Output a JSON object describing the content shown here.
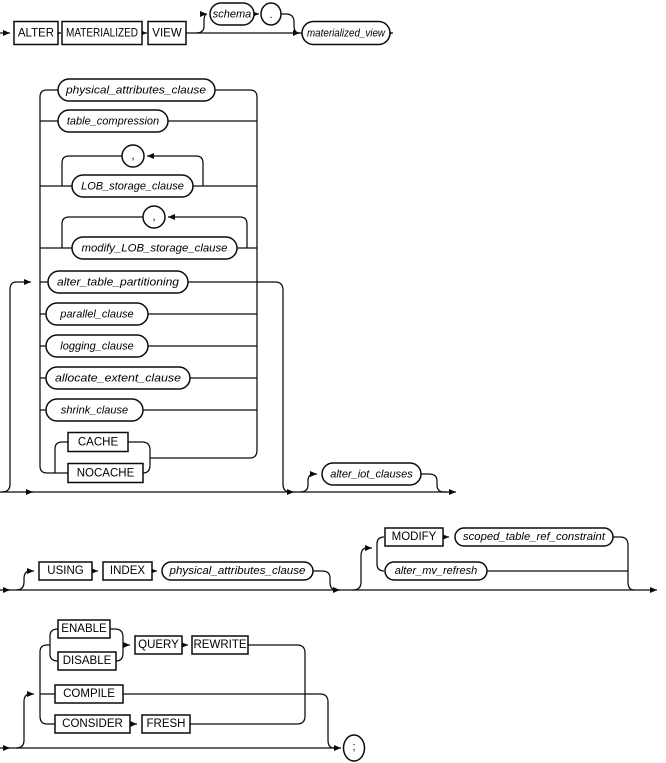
{
  "diagram": {
    "kind": "railroad-syntax-diagram",
    "colors": {
      "line": "#0b0b0b",
      "shape_fill": "#ffffff",
      "text": "#000000",
      "background": "#ffffff"
    },
    "nodes": {
      "alter": {
        "label": "ALTER",
        "shape": "box"
      },
      "materialized": {
        "label": "MATERIALIZED",
        "shape": "box"
      },
      "view": {
        "label": "VIEW",
        "shape": "box"
      },
      "schema": {
        "label": "schema",
        "shape": "oval"
      },
      "dot": {
        "label": ".",
        "shape": "circle"
      },
      "materialized_view": {
        "label": "materialized_view",
        "shape": "oval"
      },
      "physical_attributes_clause": {
        "label": "physical_attributes_clause",
        "shape": "oval"
      },
      "table_compression": {
        "label": "table_compression",
        "shape": "oval"
      },
      "lob_comma": {
        "label": ",",
        "shape": "circle"
      },
      "lob_storage_clause": {
        "label": "LOB_storage_clause",
        "shape": "oval"
      },
      "modify_lob_comma": {
        "label": ",",
        "shape": "circle"
      },
      "modify_lob_storage_clause": {
        "label": "modify_LOB_storage_clause",
        "shape": "oval"
      },
      "alter_table_partitioning": {
        "label": "alter_table_partitioning",
        "shape": "oval"
      },
      "parallel_clause": {
        "label": "parallel_clause",
        "shape": "oval"
      },
      "logging_clause": {
        "label": "logging_clause",
        "shape": "oval"
      },
      "allocate_extent_clause": {
        "label": "allocate_extent_clause",
        "shape": "oval"
      },
      "shrink_clause": {
        "label": "shrink_clause",
        "shape": "oval"
      },
      "cache": {
        "label": "CACHE",
        "shape": "box"
      },
      "nocache": {
        "label": "NOCACHE",
        "shape": "box"
      },
      "alter_iot_clauses": {
        "label": "alter_iot_clauses",
        "shape": "oval"
      },
      "using": {
        "label": "USING",
        "shape": "box"
      },
      "index": {
        "label": "INDEX",
        "shape": "box"
      },
      "physical_attributes_clause_2": {
        "label": "physical_attributes_clause",
        "shape": "oval"
      },
      "modify": {
        "label": "MODIFY",
        "shape": "box"
      },
      "scoped_table_ref_constraint": {
        "label": "scoped_table_ref_constraint",
        "shape": "oval"
      },
      "alter_mv_refresh": {
        "label": "alter_mv_refresh",
        "shape": "oval"
      },
      "enable": {
        "label": "ENABLE",
        "shape": "box"
      },
      "disable": {
        "label": "DISABLE",
        "shape": "box"
      },
      "query": {
        "label": "QUERY",
        "shape": "box"
      },
      "rewrite": {
        "label": "REWRITE",
        "shape": "box"
      },
      "compile": {
        "label": "COMPILE",
        "shape": "box"
      },
      "consider": {
        "label": "CONSIDER",
        "shape": "box"
      },
      "fresh": {
        "label": "FRESH",
        "shape": "box"
      },
      "semicolon": {
        "label": ";",
        "shape": "circle"
      }
    }
  }
}
